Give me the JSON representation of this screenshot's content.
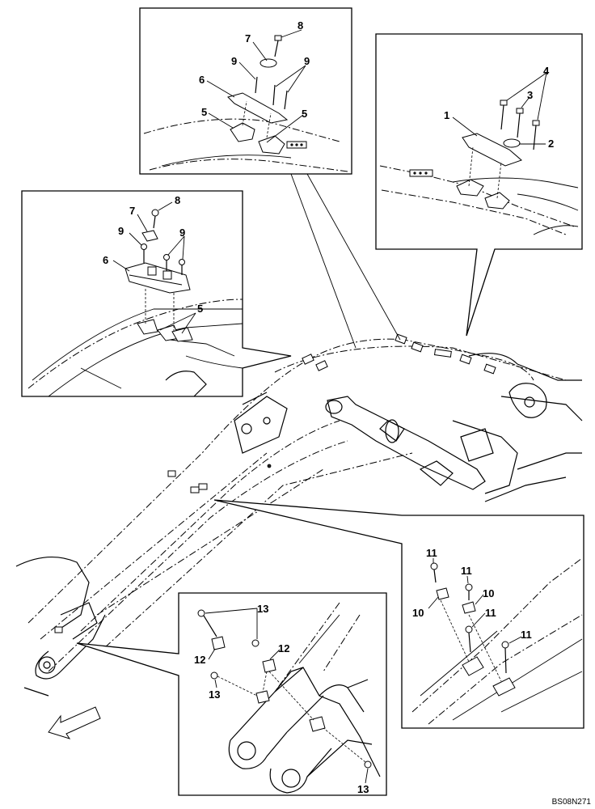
{
  "callouts": {
    "c1": "1",
    "c2": "2",
    "c3": "3",
    "c4": "4",
    "c5": "5",
    "c6": "6",
    "c7": "7",
    "c8": "8",
    "c9": "9",
    "c10": "10",
    "c11": "11",
    "c12": "12",
    "c13": "13"
  },
  "drawing_ref": "BS08N271"
}
